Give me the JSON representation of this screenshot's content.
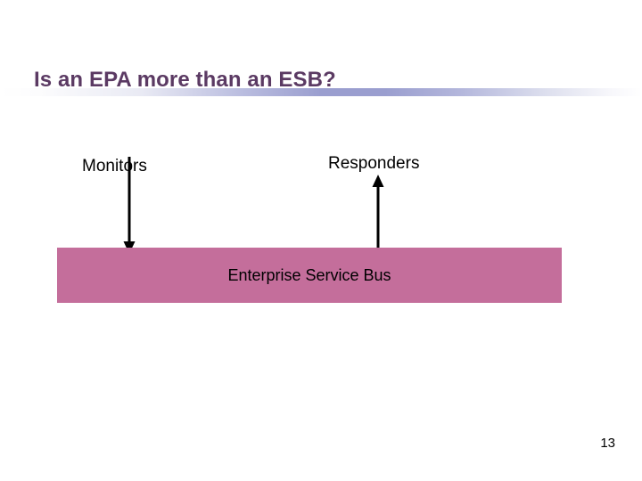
{
  "slide": {
    "title": "Is an EPA more than an ESB?",
    "number": "13",
    "title_color": "#5B3A63",
    "divider_color": "#9A9ECF",
    "background_color": "#FFFFFF"
  },
  "diagram": {
    "type": "block-and-arrow",
    "bar": {
      "label": "Enterprise Service Bus",
      "fill_color": "#C46E9B",
      "text_color": "#000000"
    },
    "nodes": [
      {
        "id": "monitors",
        "label": "Monitors",
        "text_color": "#000000",
        "arrow": {
          "name": "arrow-down-icon",
          "direction": "down",
          "from": "Monitors",
          "to": "Enterprise Service Bus",
          "color": "#000000"
        }
      },
      {
        "id": "responders",
        "label": "Responders",
        "text_color": "#000000",
        "arrow": {
          "name": "arrow-up-icon",
          "direction": "up",
          "from": "Enterprise Service Bus",
          "to": "Responders",
          "color": "#000000"
        }
      }
    ]
  }
}
